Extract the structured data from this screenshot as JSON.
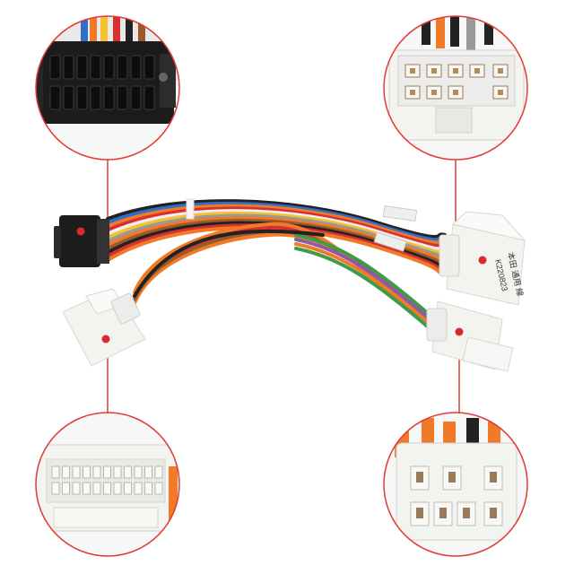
{
  "colors": {
    "callout_ring": "#e33b36",
    "callout_line": "#e33b36",
    "callout_dot": "#d92b2b",
    "connector_white": "#f3f3f0",
    "connector_black": "#1c1c1c",
    "shadow": "#e4e4e4"
  },
  "wires": [
    {
      "name": "orange",
      "color": "#f07a28"
    },
    {
      "name": "red",
      "color": "#d83030"
    },
    {
      "name": "brown",
      "color": "#9a5a2a"
    },
    {
      "name": "purple",
      "color": "#8e5aa8"
    },
    {
      "name": "green",
      "color": "#3e9b48"
    },
    {
      "name": "blue",
      "color": "#2f6fc7"
    },
    {
      "name": "black",
      "color": "#222222"
    },
    {
      "name": "white",
      "color": "#eeeeee"
    },
    {
      "name": "yellow",
      "color": "#f2c230"
    },
    {
      "name": "grey",
      "color": "#999999"
    }
  ],
  "callouts": [
    {
      "id": "top-left",
      "subject": "black-16-pin-connector-closeup"
    },
    {
      "id": "top-right",
      "subject": "white-plug-connector-closeup"
    },
    {
      "id": "bottom-left",
      "subject": "white-multi-pin-connector-closeup"
    },
    {
      "id": "bottom-right",
      "subject": "white-terminal-connector-closeup"
    }
  ],
  "tags": {
    "sticker_line1": "K220823",
    "sticker_line2": "本田 通用 線"
  }
}
